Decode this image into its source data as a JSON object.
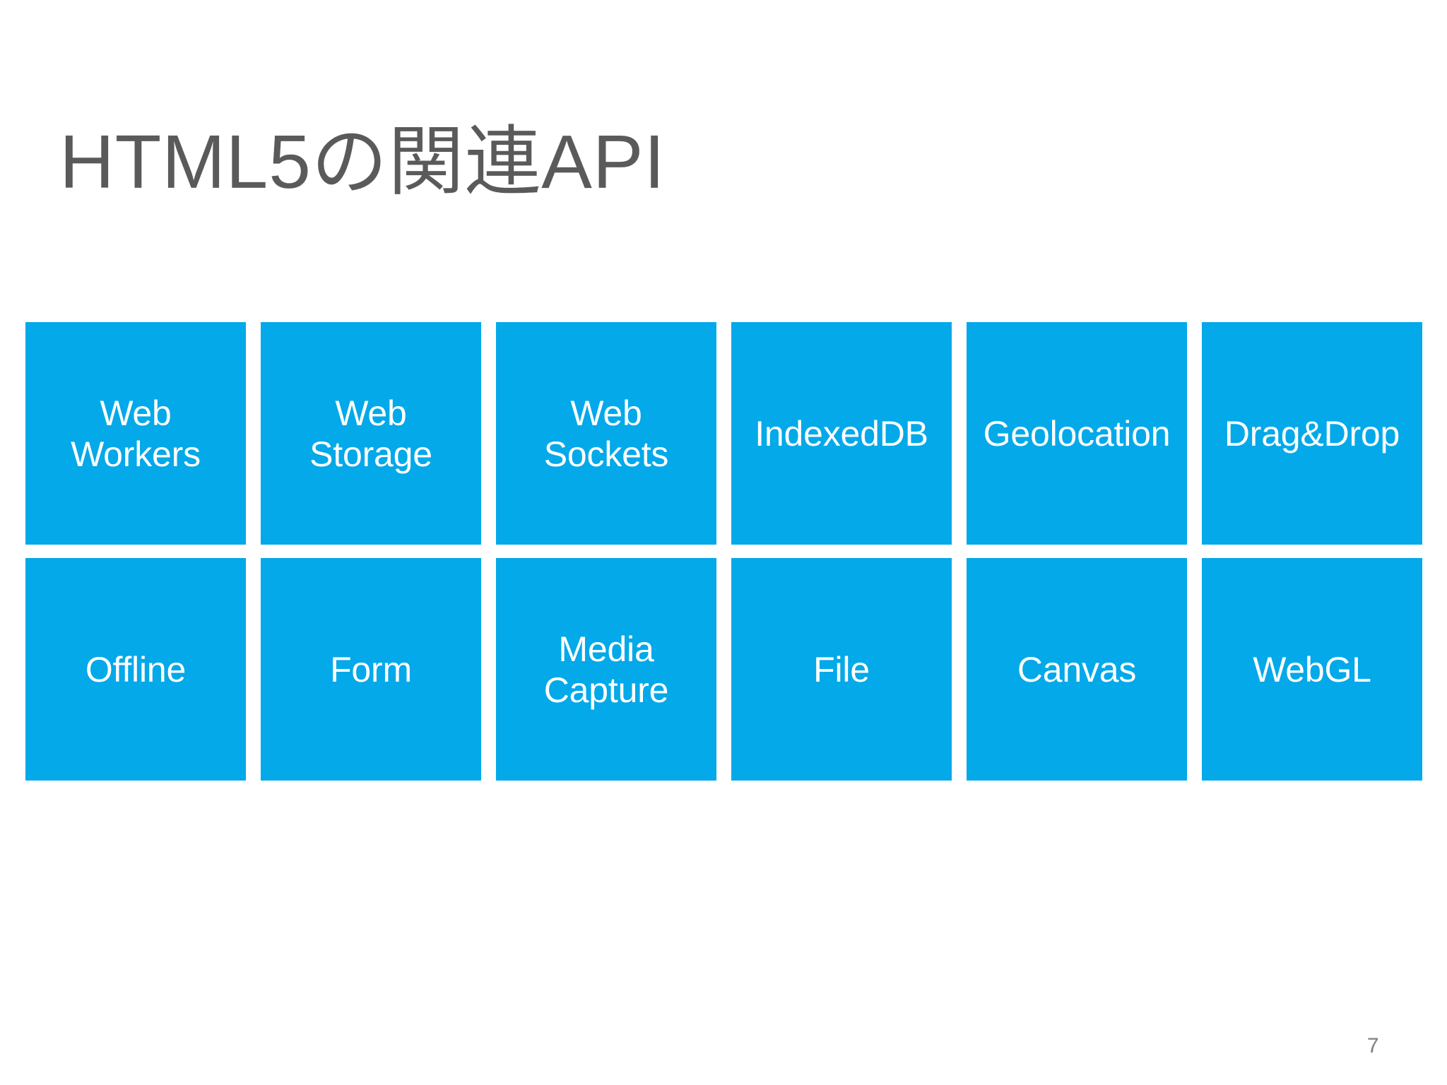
{
  "slide": {
    "title": "HTML5の関連API",
    "page_number": "7",
    "background_color": "#ffffff",
    "title_color": "#5a5a5a",
    "tile_color": "#03a9e9",
    "tile_text_color": "#ffffff",
    "page_number_color": "#808080"
  },
  "grid": {
    "columns": 6,
    "rows": 2,
    "tiles": [
      {
        "label": "Web\nWorkers",
        "row": 1,
        "col": 1
      },
      {
        "label": "Web\nStorage",
        "row": 1,
        "col": 2
      },
      {
        "label": "Web\nSockets",
        "row": 1,
        "col": 3
      },
      {
        "label": "IndexedDB",
        "row": 1,
        "col": 4
      },
      {
        "label": "Geolocation",
        "row": 1,
        "col": 5
      },
      {
        "label": "Drag&Drop",
        "row": 1,
        "col": 6
      },
      {
        "label": "Offline",
        "row": 2,
        "col": 1
      },
      {
        "label": "Form",
        "row": 2,
        "col": 2
      },
      {
        "label": "Media\nCapture",
        "row": 2,
        "col": 3
      },
      {
        "label": "File",
        "row": 2,
        "col": 4
      },
      {
        "label": "Canvas",
        "row": 2,
        "col": 5
      },
      {
        "label": "WebGL",
        "row": 2,
        "col": 6
      }
    ]
  }
}
